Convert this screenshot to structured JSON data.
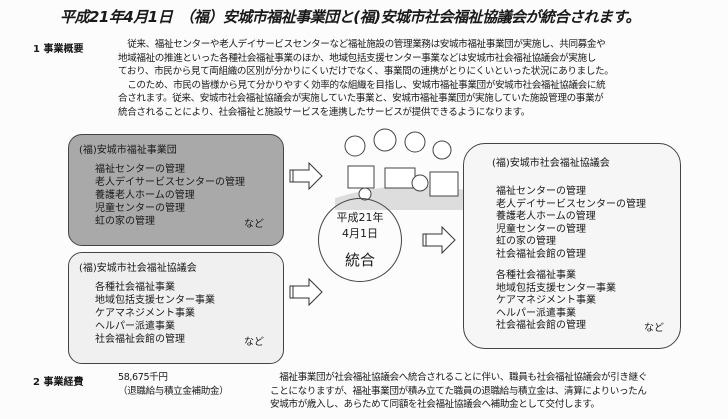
{
  "title": "平成21年4月1日　（福）安城市福祉事業団と(福)安城市社会福祉協議会が統合されます。",
  "section1": {
    "label": "1 事業概要",
    "lines": [
      "　従来、福祉センターや老人デイサービスセンターなど福祉施設の管理業務は安城市福祉事業団が実施し、共同募金や",
      "地域福祉の推進といった各種社会福祉事業のほか、地域包括支援センター事業などは安城市社会福祉協議会が実施し",
      "ており、市民から見て両組織の区別が分かりにくいだけでなく、事業間の連携がとりにくいといった状況にありました。",
      "　このため、市民の皆様から見て分かりやすく効率的な組織を目指し、安城市福祉事業団が安城市社会福祉協議会に統",
      "合されます。従来、安城市社会福祉協議会が実施していた事業と、安城市福祉事業団が実施していた施設管理の事業が",
      "統合されることにより、社会福祉と施設サービスを連携したサービスが提供できるようになります。"
    ]
  },
  "box1": {
    "head": "(福)安城市福祉事業団",
    "items": [
      "福祉センターの管理",
      "老人デイサービスセンターの管理",
      "養護老人ホームの管理",
      "児童センターの管理",
      "虹の家の管理"
    ],
    "etc": "など"
  },
  "box2": {
    "head": "(福)安城市社会福祉協議会",
    "items": [
      "各種社会福祉事業",
      "地域包括支援センター事業",
      "ケアマネジメント事業",
      "ヘルパー派遣事業",
      "社会福祉会館の管理"
    ],
    "etc": "など"
  },
  "circle": {
    "line1": "平成21年",
    "line2": "4月1日",
    "line3": "統合"
  },
  "box3": {
    "head": "(福)安城市社会福祉協議会",
    "items_a": [
      "福祉センターの管理",
      "老人デイサービスセンターの管理",
      "養護老人ホームの管理",
      "児童センターの管理",
      "虹の家の管理",
      "社会福祉会館の管理"
    ],
    "items_b": [
      "各種社会福祉事業",
      "地域包括支援センター事業",
      "ケアマネジメント事業",
      "ヘルパー派遣事業",
      "社会福祉会館の管理"
    ],
    "etc": "など"
  },
  "section2": {
    "label": "2 事業経費",
    "amount": "58,675千円",
    "amount_note": "（退職給与積立金補助金）",
    "lines": [
      "　福祉事業団が社会福祉協議会へ統合されることに伴い、職員も社会福祉協議会が引き継ぐ",
      "ことになりますが、福祉事業団が積み立てた職員の退職給与積立金は、清算によりいったん",
      "安城市が歳入し、あらためて同額を社会福祉協議会へ補助金として交付します。"
    ]
  }
}
